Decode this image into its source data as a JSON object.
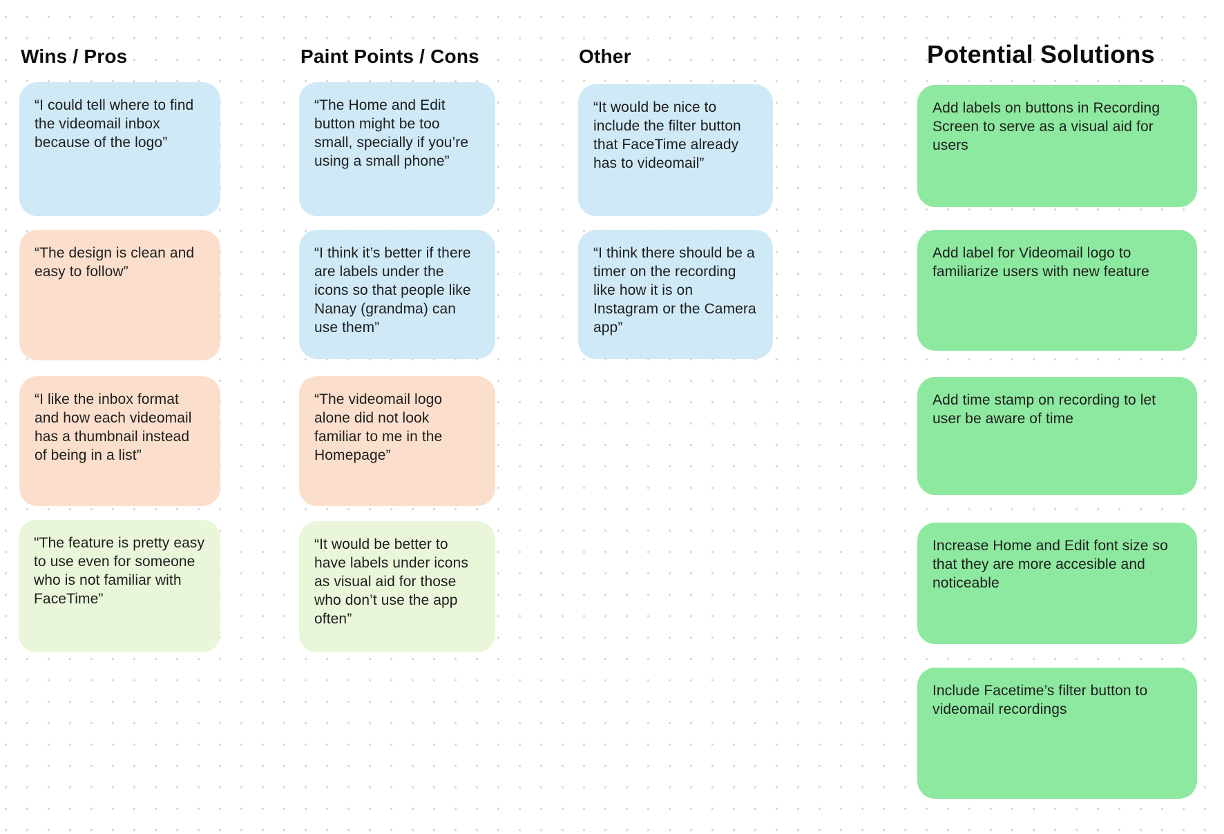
{
  "palette": {
    "blue": "#cfe9f6",
    "peach": "#fbdfcc",
    "light_green": "#e9f6da",
    "green": "#8de9a0",
    "heading_text": "#0c0c0c",
    "note_text": "#1d1d1d",
    "grid_dot": "#d8d8d8",
    "background": "#ffffff"
  },
  "board": {
    "columns": [
      {
        "title": "Wins / Pros",
        "notes": [
          {
            "text": "“I could tell where to find the videomail inbox because of the logo”",
            "color": "blue"
          },
          {
            "text": "“The design is clean and easy to follow”",
            "color": "peach"
          },
          {
            "text": "“I like the inbox format and how each videomail has a thumbnail instead of being in a list”",
            "color": "peach"
          },
          {
            "text": "\"The feature is pretty easy to use even for someone who is not familiar with FaceTime”",
            "color": "light_green"
          }
        ]
      },
      {
        "title": "Paint Points / Cons",
        "notes": [
          {
            "text": "“The Home and Edit button might be too small, specially if you’re using a small phone”",
            "color": "blue"
          },
          {
            "text": "“I think it’s better if there are labels under the icons so that people like Nanay (grandma) can use them”",
            "color": "blue"
          },
          {
            "text": "“The videomail logo alone did not look familiar to me in the Homepage”",
            "color": "peach"
          },
          {
            "text": "“It would be better to have labels under icons as visual aid for those who don’t use the app often”",
            "color": "light_green"
          }
        ]
      },
      {
        "title": "Other",
        "notes": [
          {
            "text": "“It would be nice to include the filter button that FaceTime already has to videomail”",
            "color": "blue"
          },
          {
            "text": "“I think there should be a timer on the recording like how it is on Instagram or the Camera app”",
            "color": "blue"
          }
        ]
      },
      {
        "title": "Potential Solutions",
        "notes": [
          {
            "text": "Add labels on buttons in Recording Screen to serve as a visual aid for users",
            "color": "green"
          },
          {
            "text": "Add label for Videomail logo to familiarize users with new feature",
            "color": "green"
          },
          {
            "text": "Add time stamp on recording to let user be aware of time",
            "color": "green"
          },
          {
            "text": "Increase Home and Edit font size so that they are more accesible and noticeable",
            "color": "green"
          },
          {
            "text": "Include Facetime’s filter button to videomail recordings",
            "color": "green"
          }
        ]
      }
    ]
  }
}
